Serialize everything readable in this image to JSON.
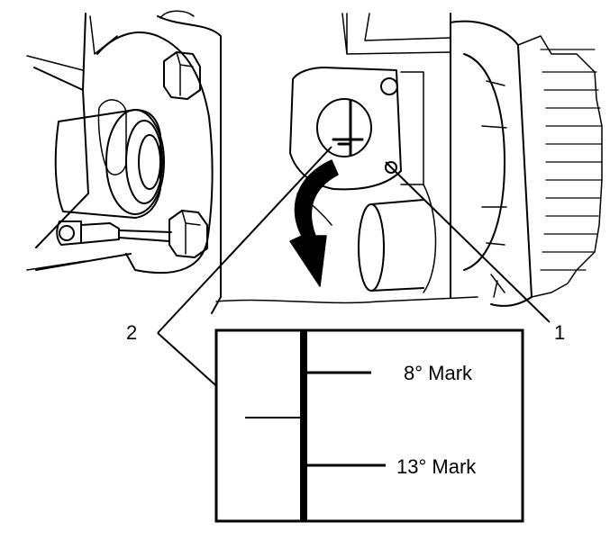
{
  "callouts": {
    "one": "1",
    "two": "2"
  },
  "detail": {
    "mark_8": "8° Mark",
    "mark_13": "13° Mark"
  },
  "colors": {
    "ink": "#000000",
    "paper": "#ffffff"
  }
}
